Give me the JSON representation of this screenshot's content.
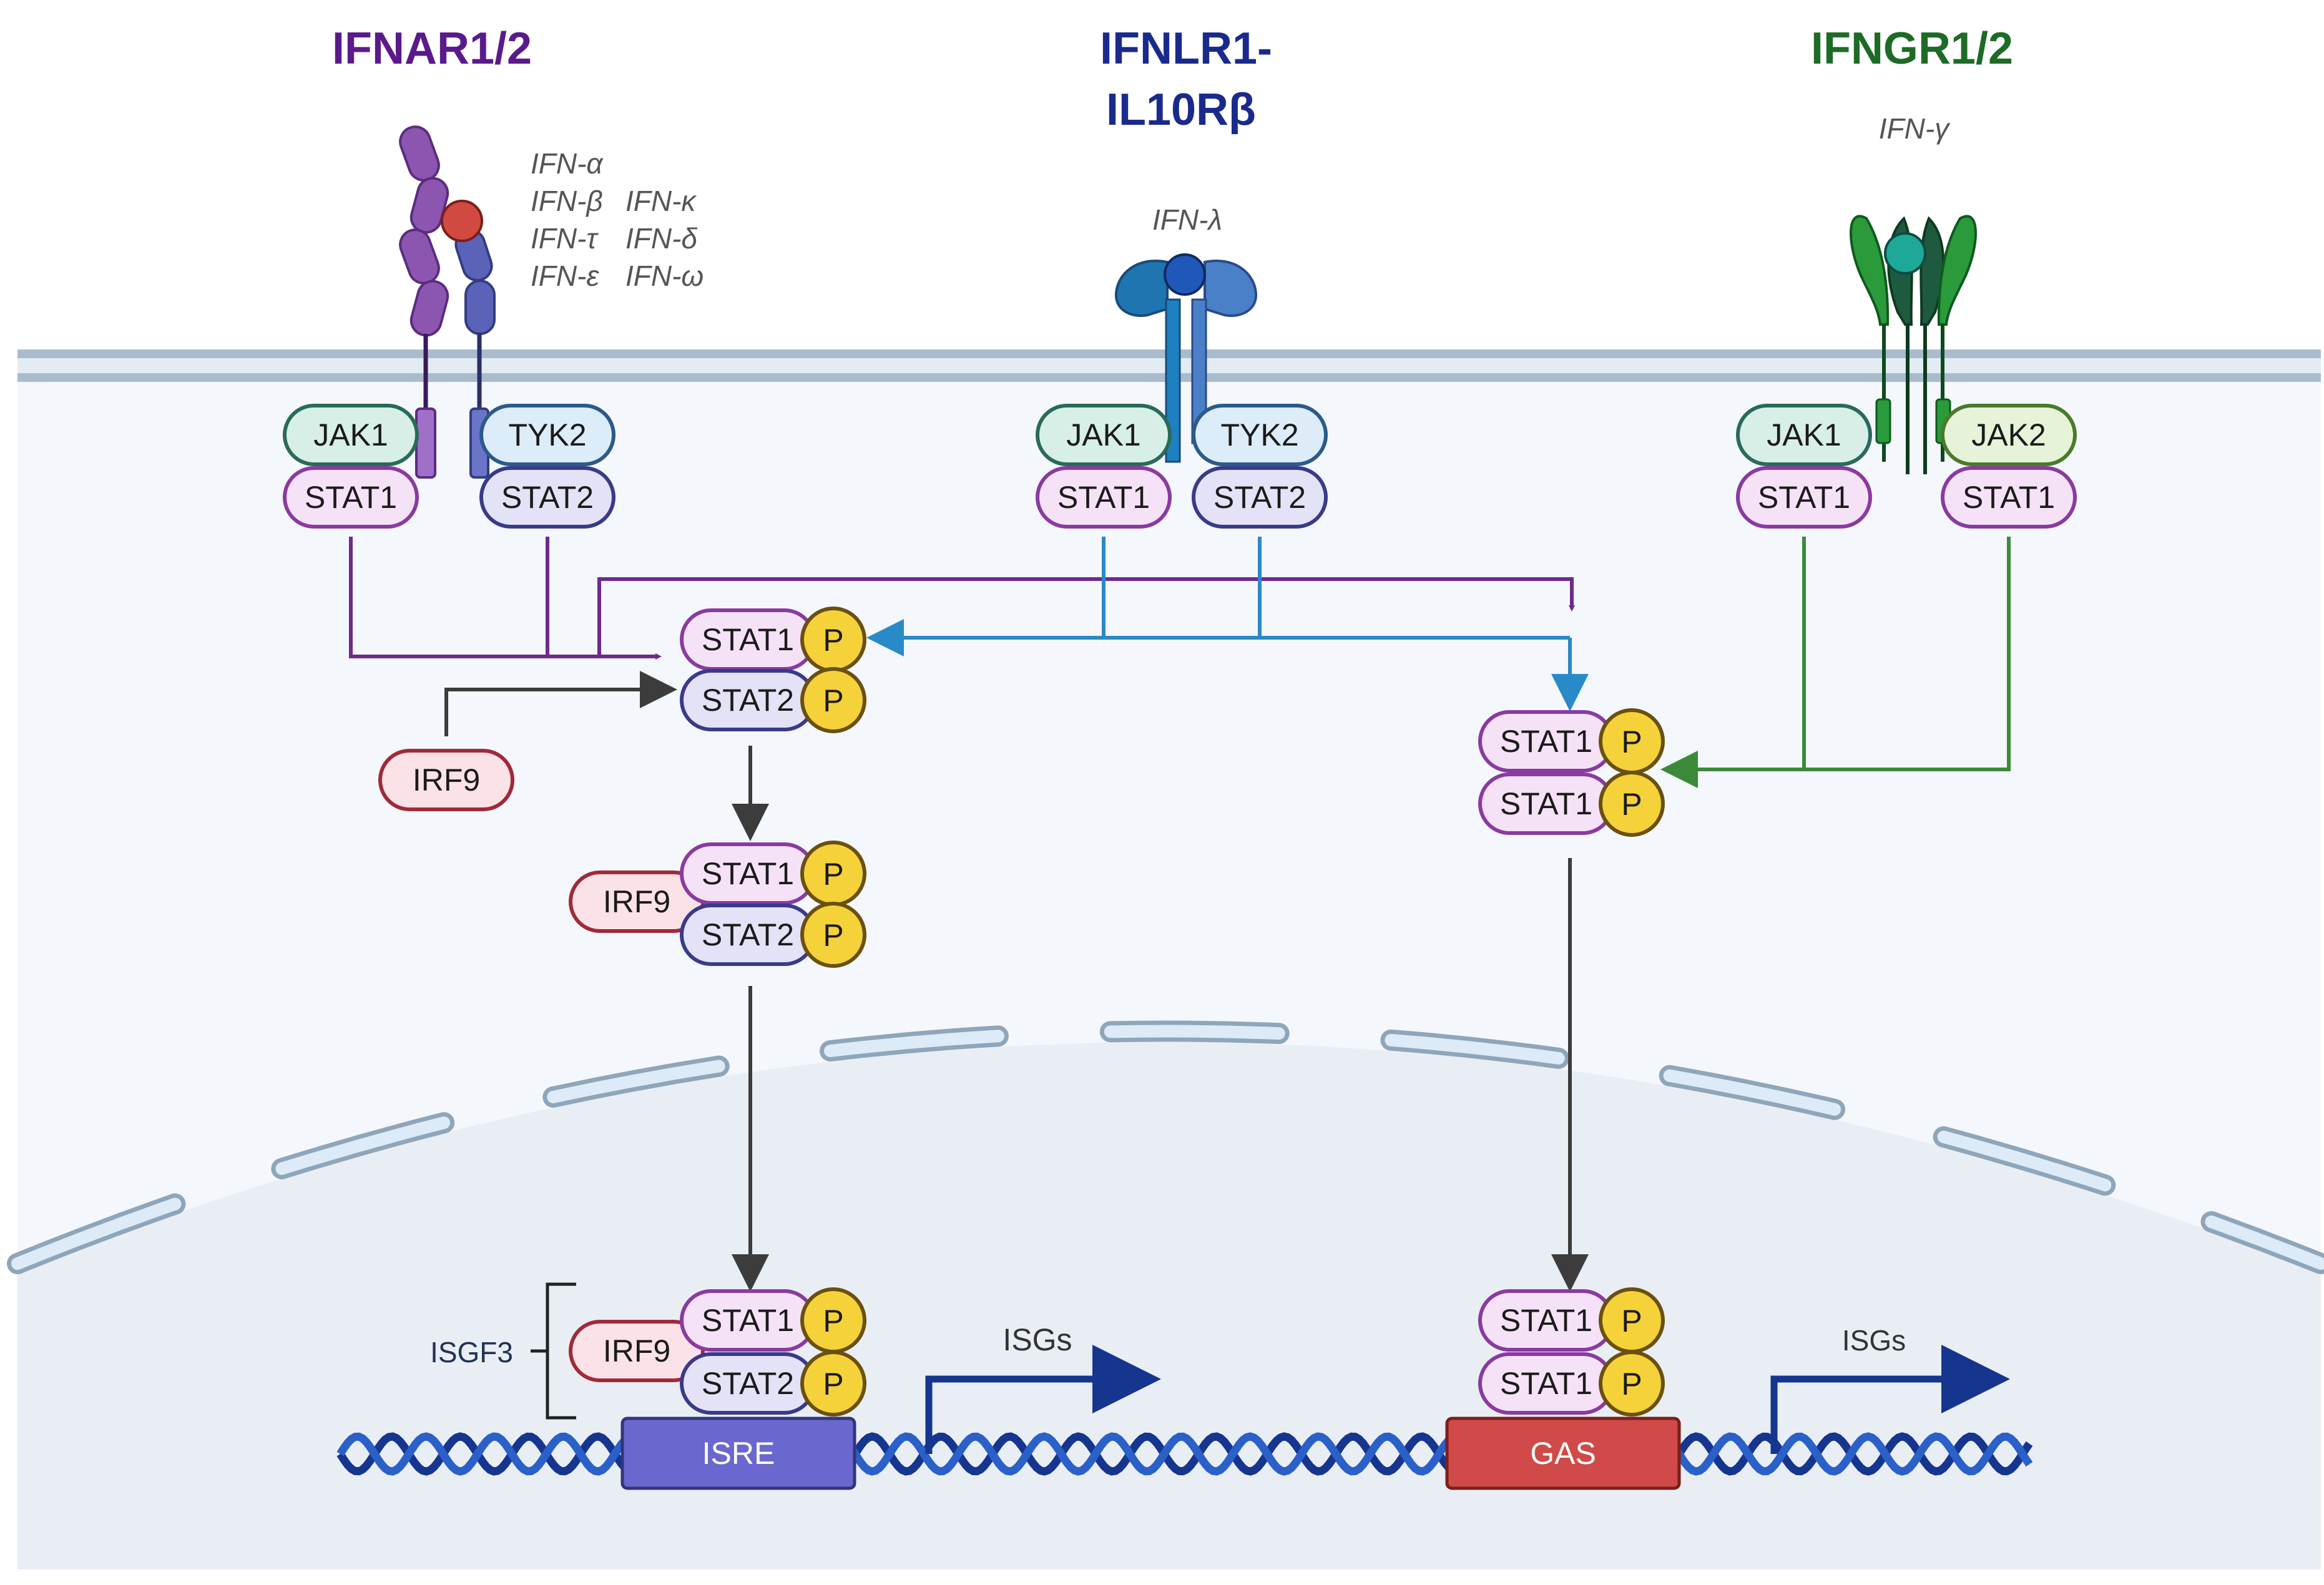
{
  "receptors": {
    "ifnar": {
      "title": "IFNAR1/2",
      "color": "#5b1a8c",
      "ligands": [
        "IFN-α",
        "IFN-β",
        "IFN-κ",
        "IFN-τ",
        "IFN-δ",
        "IFN-ε",
        "IFN-ω"
      ]
    },
    "ifnlr": {
      "title_line1": "IFNLR1-",
      "title_line2": "IL10Rβ",
      "color": "#1a2a8c",
      "ligand": "IFN-λ"
    },
    "ifngr": {
      "title": "IFNGR1/2",
      "color": "#1e6b26",
      "ligand": "IFN-γ"
    }
  },
  "labels": {
    "jak1": "JAK1",
    "jak2": "JAK2",
    "tyk2": "TYK2",
    "stat1": "STAT1",
    "stat2": "STAT2",
    "irf9": "IRF9",
    "p": "P",
    "isgf3": "ISGF3",
    "isre": "ISRE",
    "gas": "GAS",
    "isgs": "ISGs"
  },
  "colors": {
    "purple_arrow": "#6e2a8c",
    "blue_arrow": "#2a8ac8",
    "green_arrow": "#3a8a3a",
    "gray_arrow": "#3c3c3c",
    "dna": "#16358f",
    "isre_box": "#6a67cf",
    "gas_box": "#cf4a48",
    "phospho": "#f6d23a"
  }
}
